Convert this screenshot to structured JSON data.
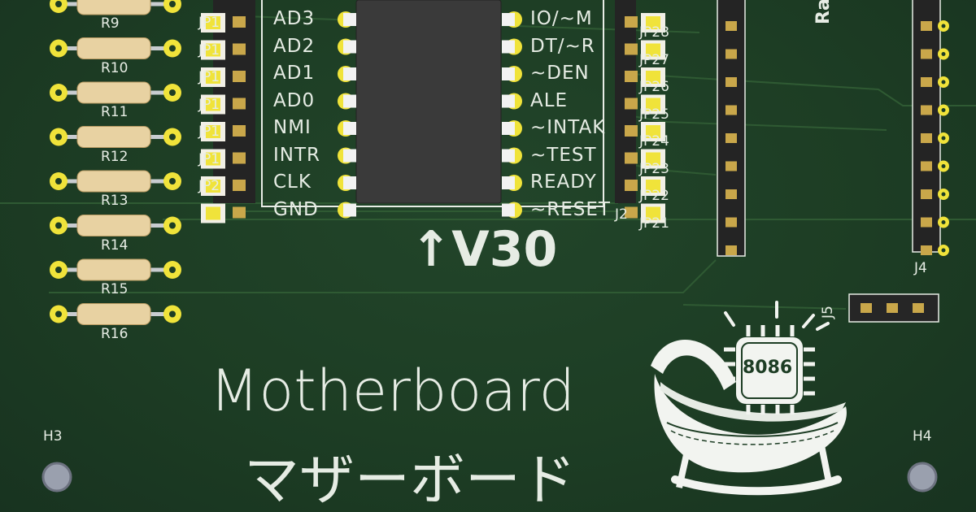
{
  "board": {
    "background": "#1d3d24",
    "silkscreen_color": "#e8ede6",
    "pad_color": "#f0e33a"
  },
  "chip": {
    "left_pins": [
      "AD3",
      "AD2",
      "AD1",
      "AD0",
      "NMI",
      "INTR",
      "CLK",
      "GND"
    ],
    "right_pins": [
      "IO/~M",
      "DT/~R",
      "~DEN",
      "ALE",
      "~INTAK",
      "~TEST",
      "READY",
      "~RESET"
    ],
    "marking": "↑V30"
  },
  "resistors": [
    "R9",
    "R10",
    "R11",
    "R12",
    "R13",
    "R14",
    "R15",
    "R16"
  ],
  "left_jumpers": [
    "JP1",
    "JP1",
    "JP1",
    "JP1",
    "JP1",
    "JP1",
    "JP2"
  ],
  "right_jumpers": [
    "JP28",
    "JP27",
    "JP26",
    "JP25",
    "JP24",
    "JP23",
    "JP22",
    "JP21"
  ],
  "connectors": {
    "j2": "J2",
    "j4": "J4",
    "j5": "J5",
    "partial_label": "Ra"
  },
  "mounting_holes": {
    "h3": "H3",
    "h4": "H4"
  },
  "title": {
    "english": "Motherboard",
    "japanese": "マザーボード"
  },
  "logo": {
    "chip_text": "8086",
    "icon": "rocking-cradle-with-chip-icon"
  }
}
